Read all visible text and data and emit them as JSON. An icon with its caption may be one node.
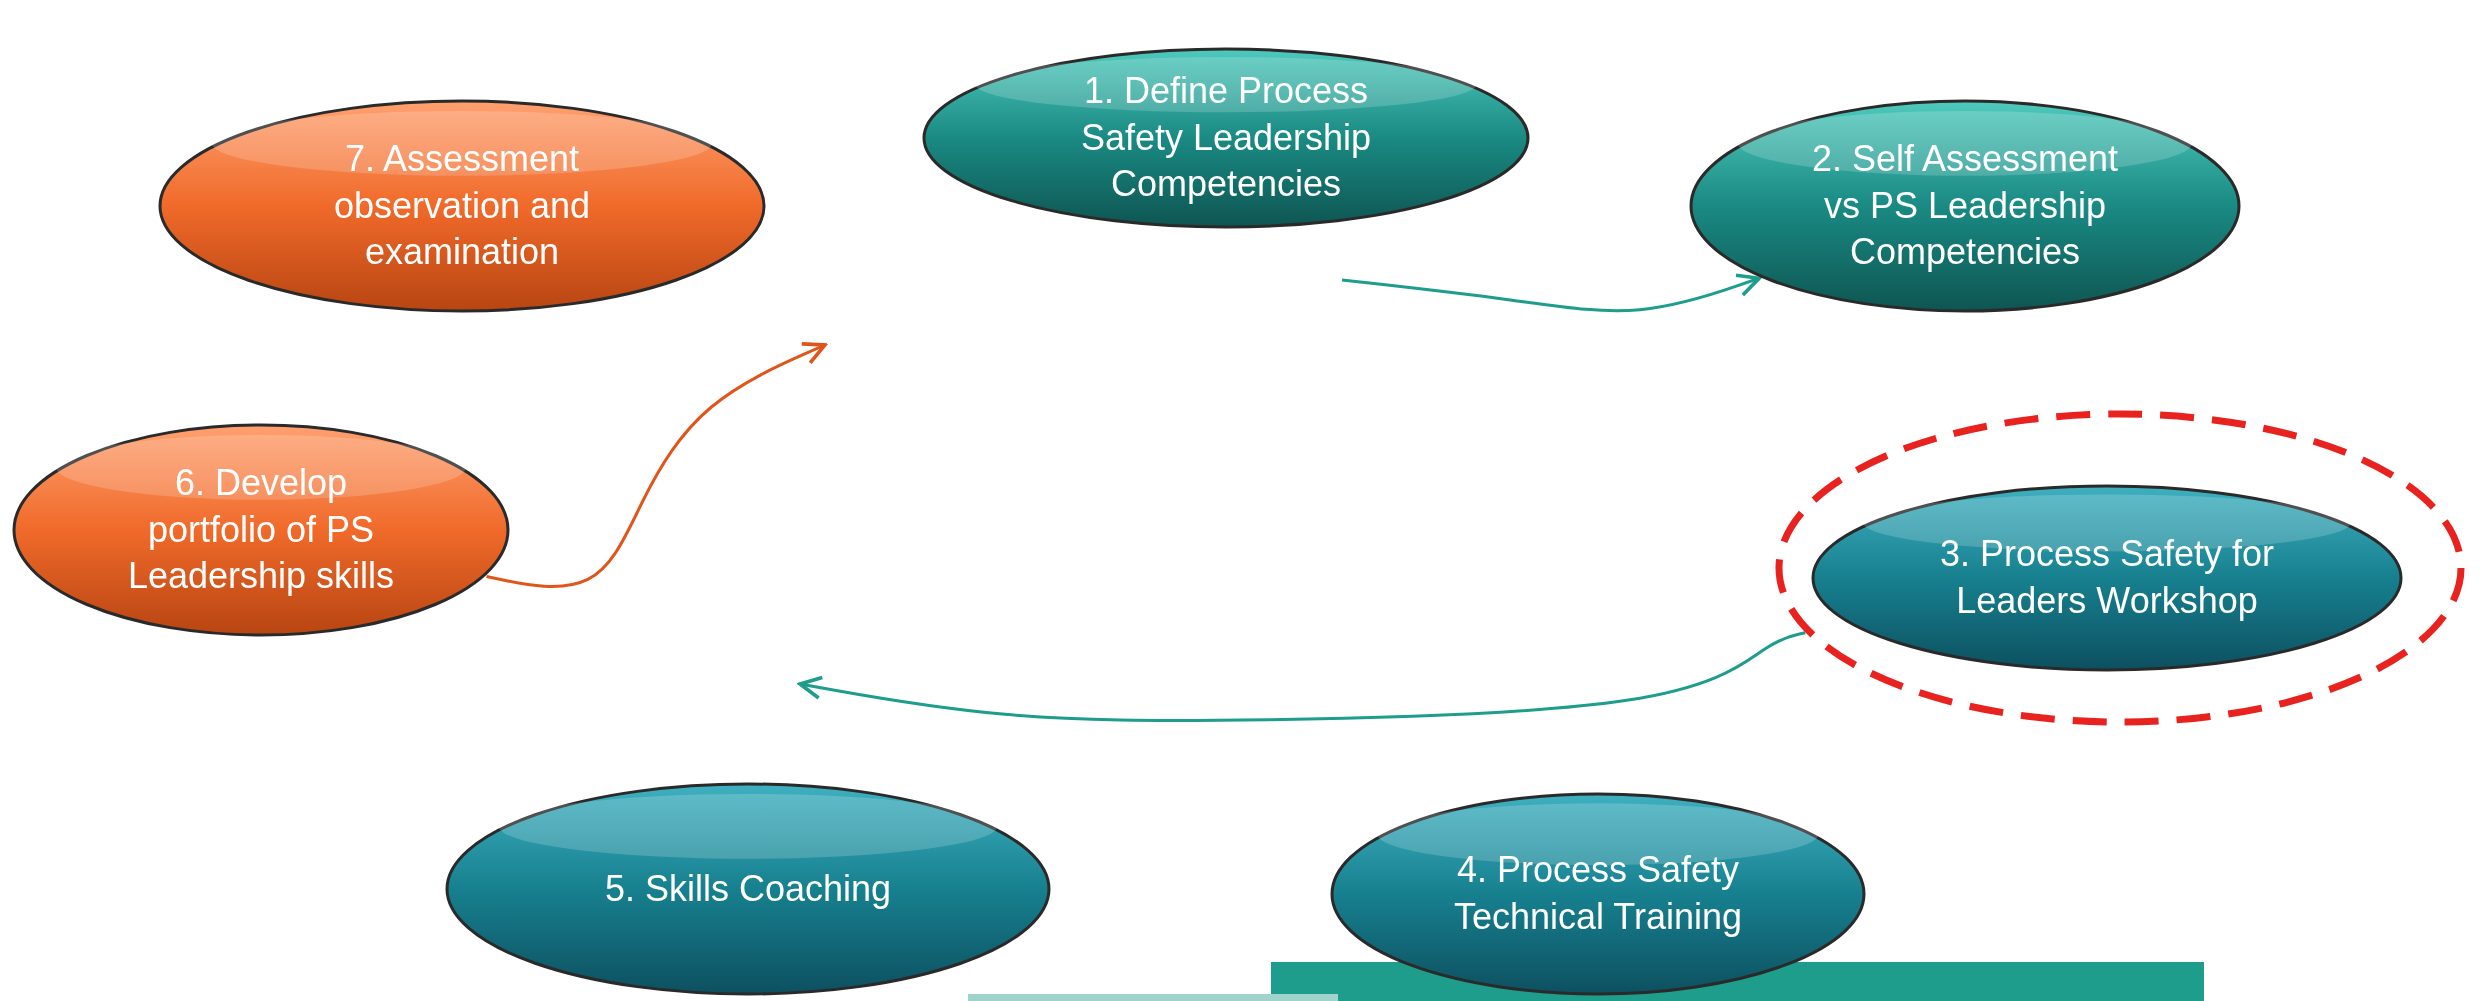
{
  "diagram": {
    "nodes": [
      {
        "text": [
          "1. Define Process Safety Leadership Competencies"
        ]
      },
      {
        "text": [
          "2. Self Assessment vs PS Leadership Competencies"
        ]
      },
      {
        "text": [],
        "shape": "ellipse"
      },
      {
        "text": [
          "3. Process Safety for Leaders Workshop"
        ],
        "in": 2
      },
      {
        "text": [
          "4. Process Safety Technical Training"
        ]
      },
      {
        "text": [
          "5. Skills Coaching"
        ]
      },
      {
        "text": [
          "6. Develop portfolio of PS Leadership skills"
        ]
      },
      {
        "text": [
          "7. Assessment observation and examination"
        ]
      }
    ],
    "edges": [
      {
        "from": null,
        "to": 1,
        "arrow": "to"
      },
      {
        "from": 2,
        "to": null,
        "arrow": "to"
      },
      {
        "from": 6,
        "to": null,
        "arrow": "to",
        "color": "#e0551a"
      }
    ]
  }
}
